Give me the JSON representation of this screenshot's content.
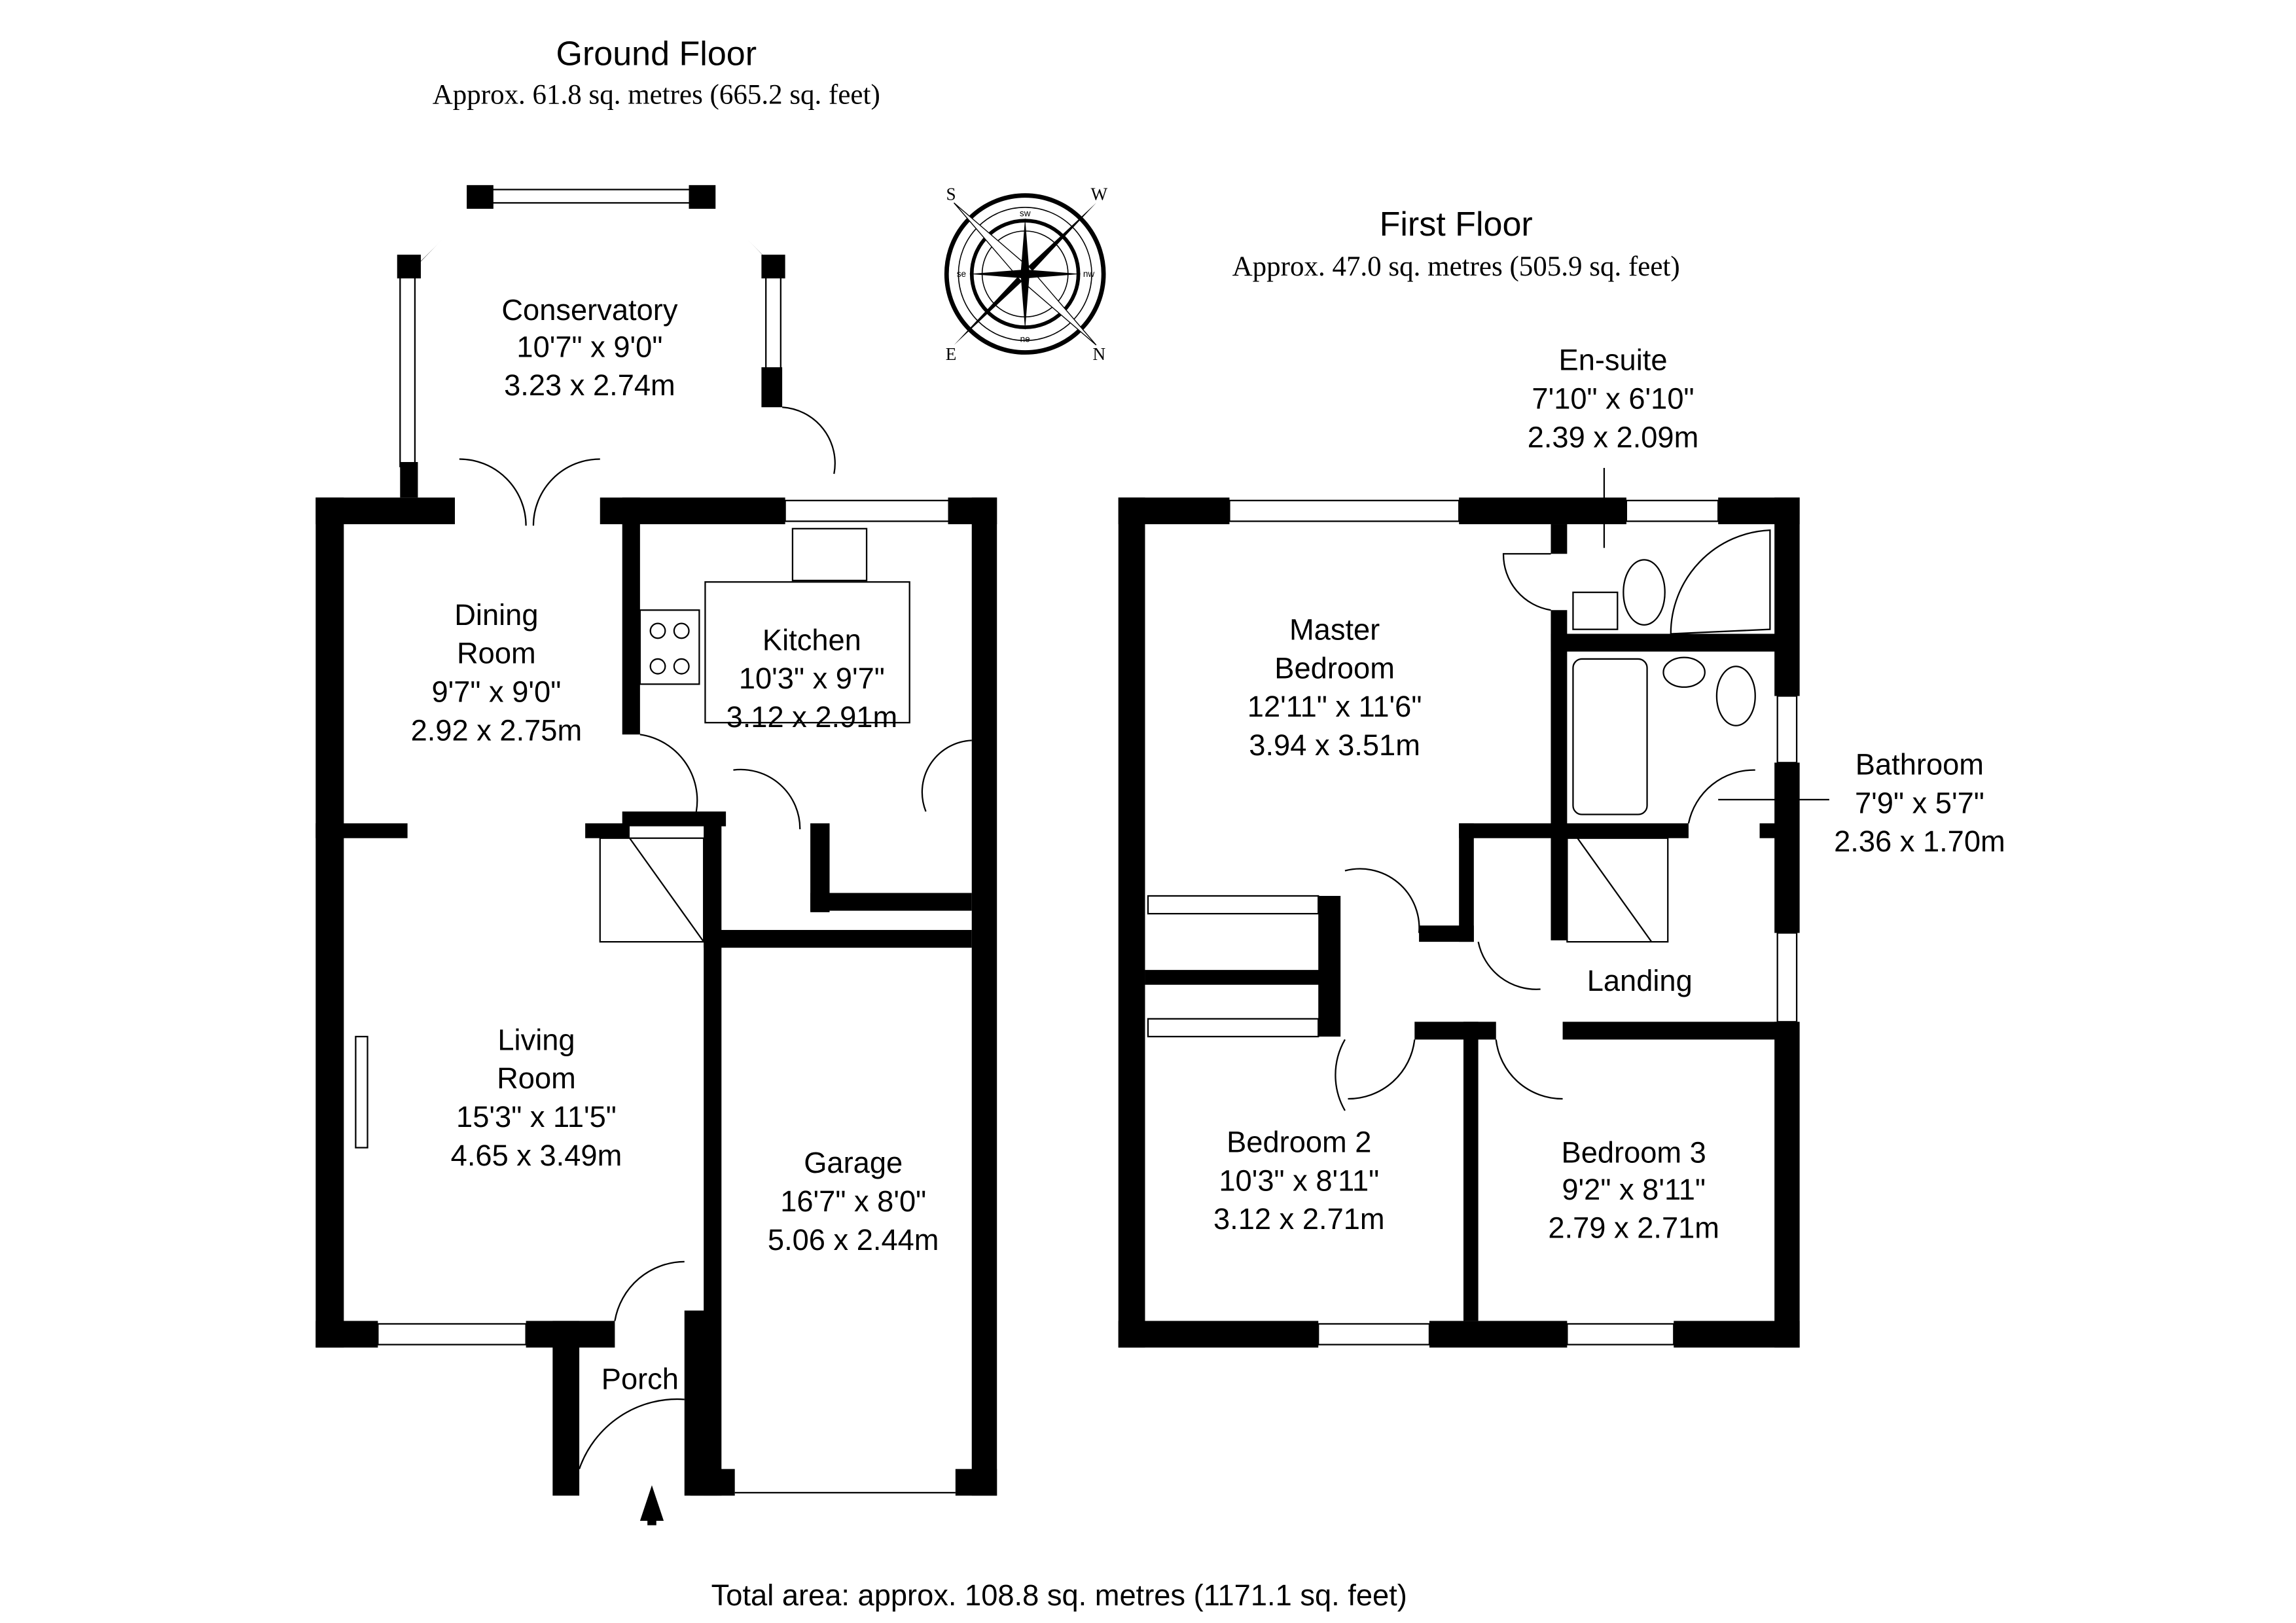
{
  "ground_floor": {
    "title": "Ground Floor",
    "area": "Approx. 61.8 sq. metres (665.2 sq. feet)",
    "rooms": [
      {
        "name": "Conservatory",
        "imperial": "10'7\" x 9'0\"",
        "metric": "3.23 x 2.74m"
      },
      {
        "name_line1": "Dining",
        "name_line2": "Room",
        "imperial": "9'7\" x 9'0\"",
        "metric": "2.92 x 2.75m"
      },
      {
        "name": "Kitchen",
        "imperial": "10'3\" x 9'7\"",
        "metric": "3.12 x 2.91m"
      },
      {
        "name_line1": "Living",
        "name_line2": "Room",
        "imperial": "15'3\" x 11'5\"",
        "metric": "4.65 x 3.49m"
      },
      {
        "name": "Garage",
        "imperial": "16'7\" x 8'0\"",
        "metric": "5.06 x 2.44m"
      },
      {
        "name": "Porch"
      }
    ]
  },
  "first_floor": {
    "title": "First Floor",
    "area": "Approx. 47.0 sq. metres (505.9 sq. feet)",
    "rooms": [
      {
        "name": "En-suite",
        "imperial": "7'10\" x 6'10\"",
        "metric": "2.39 x 2.09m"
      },
      {
        "name_line1": "Master",
        "name_line2": "Bedroom",
        "imperial": "12'11\" x 11'6\"",
        "metric": "3.94 x 3.51m"
      },
      {
        "name": "Bathroom",
        "imperial": "7'9\" x 5'7\"",
        "metric": "2.36 x 1.70m"
      },
      {
        "name": "Landing"
      },
      {
        "name": "Bedroom 2",
        "imperial": "10'3\" x 8'11\"",
        "metric": "3.12 x 2.71m"
      },
      {
        "name": "Bedroom 3",
        "imperial": "9'2\" x 8'11\"",
        "metric": "2.79 x 2.71m"
      }
    ]
  },
  "compass": {
    "labels": [
      "S",
      "W",
      "N",
      "E",
      "sw",
      "nw",
      "ne",
      "se"
    ]
  },
  "total_area": "Total area: approx. 108.8 sq. metres (1171.1 sq. feet)"
}
